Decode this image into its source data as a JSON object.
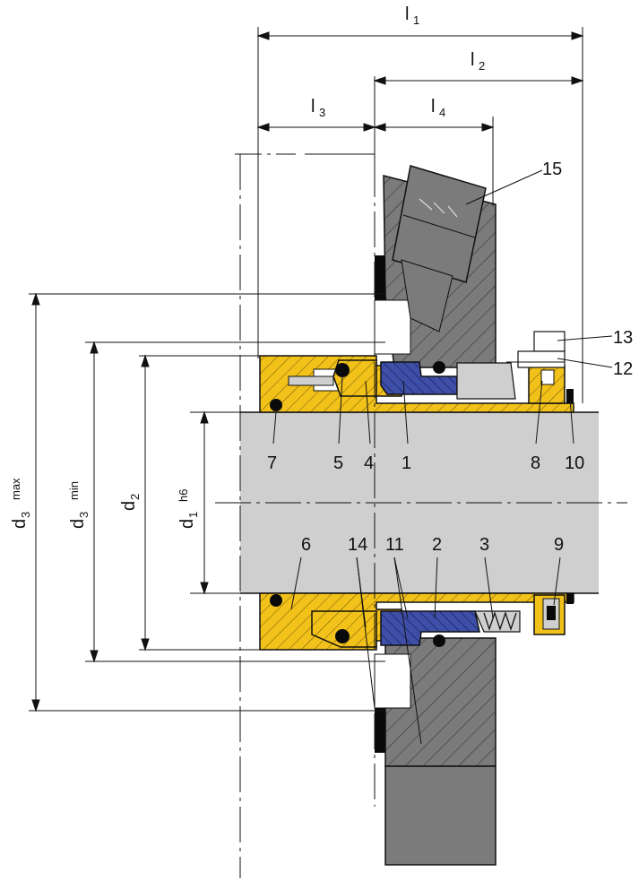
{
  "dimensions": {
    "l1": {
      "main": "l",
      "sub": "1"
    },
    "l2": {
      "main": "l",
      "sub": "2"
    },
    "l3": {
      "main": "l",
      "sub": "3"
    },
    "l4": {
      "main": "l",
      "sub": "4"
    },
    "d3max": {
      "main": "d",
      "sub": "3",
      "suffix": "max"
    },
    "d3min": {
      "main": "d",
      "sub": "3",
      "suffix": "min"
    },
    "d2": {
      "main": "d",
      "sub": "2"
    },
    "d1": {
      "main": "d",
      "sub": "1",
      "suffix": "h6"
    }
  },
  "parts": {
    "p1": "1",
    "p2": "2",
    "p3": "3",
    "p4": "4",
    "p5": "5",
    "p6": "6",
    "p7": "7",
    "p8": "8",
    "p9": "9",
    "p10": "10",
    "p11": "11",
    "p12": "12",
    "p13": "13",
    "p14": "14",
    "p15": "15"
  },
  "colors": {
    "yellow": "#f2c21b",
    "blue": "#3f4fa8",
    "housing": "#7b7b7b",
    "shaft": "#cfcfcf",
    "black": "#0a0a0a"
  }
}
